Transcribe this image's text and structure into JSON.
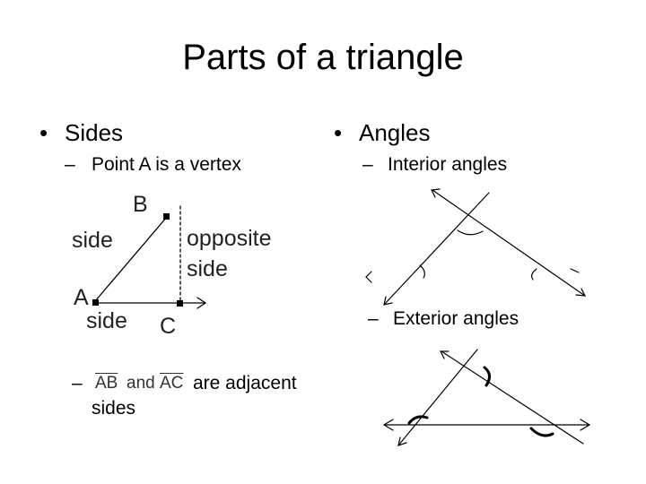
{
  "slide": {
    "title": "Parts of a triangle",
    "left": {
      "bullet_marker": "•",
      "heading": "Sides",
      "sub_dash": "–",
      "sub1": "Point A is a vertex",
      "figure": {
        "label_b": "B",
        "label_side_top": "side",
        "label_opposite": "opposite",
        "label_side_opp": "side",
        "label_a": "A",
        "label_side_bottom": "side",
        "label_c": "C"
      },
      "sub2": {
        "seg_ab": "AB",
        "and": "and",
        "seg_ac": "AC",
        "text_after": "are adjacent",
        "text_line2": "sides"
      }
    },
    "right": {
      "bullet_marker": "•",
      "heading": "Angles",
      "sub_dash": "–",
      "sub1": "Interior angles",
      "sub2": "Exterior angles"
    }
  }
}
